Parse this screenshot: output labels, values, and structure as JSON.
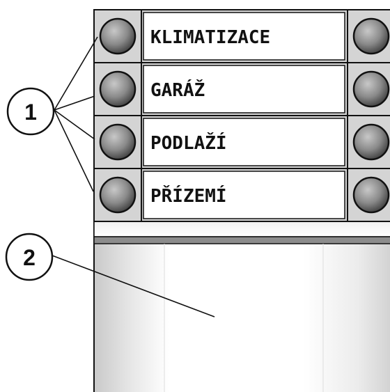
{
  "panel": {
    "buttons": [
      {
        "label": "KLIMATIZACE"
      },
      {
        "label": "GARÁŽ"
      },
      {
        "label": "PODLAŽÍ"
      },
      {
        "label": "PŘÍZEMÍ"
      }
    ]
  },
  "callouts": {
    "one": "1",
    "two": "2"
  },
  "colors": {
    "outline": "#111111",
    "panel_gray": "#d4d4d4",
    "button_gray": "#8a8a8a",
    "rail_gray": "#8c8c8c"
  }
}
